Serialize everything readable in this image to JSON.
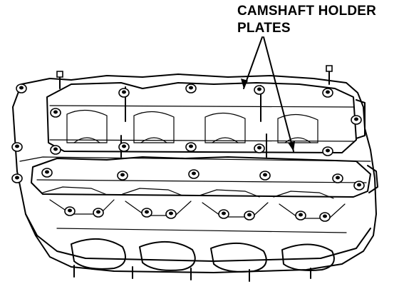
{
  "callout": {
    "line1": "CAMSHAFT HOLDER",
    "line2": "PLATES"
  },
  "icons": {
    "figure": "cylinder-head-illustration"
  }
}
